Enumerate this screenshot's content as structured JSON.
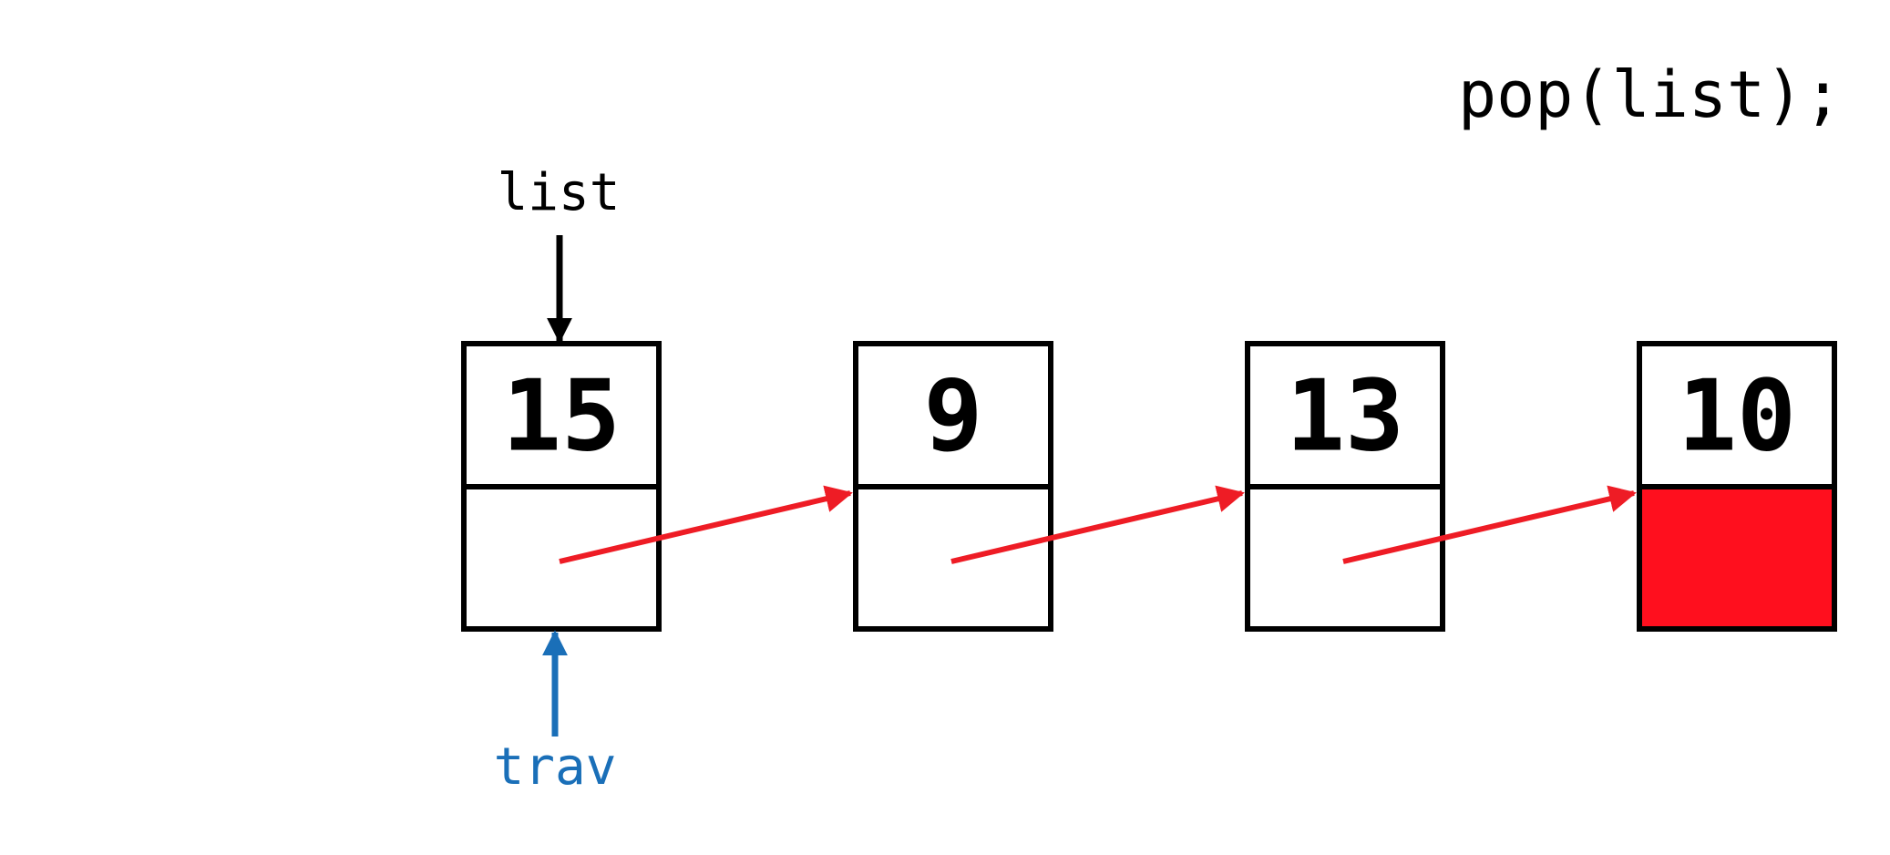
{
  "code": "pop(list);",
  "pointers": {
    "head_label": "list",
    "trav_label": "trav"
  },
  "nodes": [
    {
      "value": "15",
      "next_null": false
    },
    {
      "value": "9",
      "next_null": false
    },
    {
      "value": "13",
      "next_null": false
    },
    {
      "value": "10",
      "next_null": true
    }
  ],
  "colors": {
    "outline": "#000000",
    "next_arrow": "#ee1c25",
    "null_fill": "#ff0f1e",
    "trav": "#1a6fb8",
    "head_arrow": "#000000"
  }
}
